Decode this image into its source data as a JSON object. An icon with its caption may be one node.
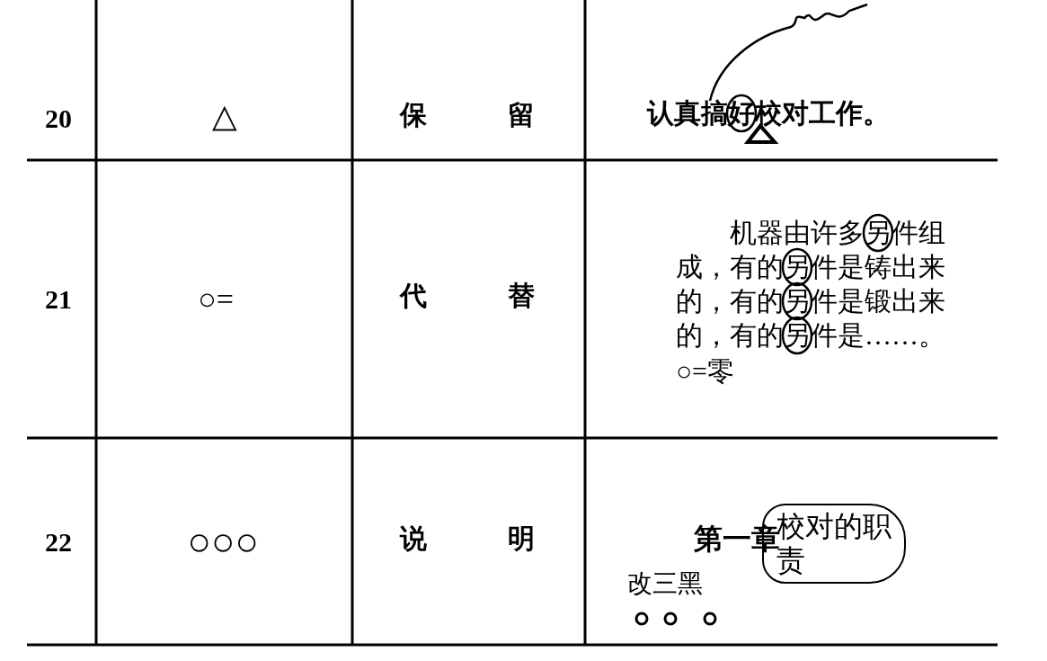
{
  "diagram": {
    "nodes": [
      {
        "text": [
          "校对的职责"
        ]
      }
    ],
    "labels": [
      "20",
      "△",
      "保留",
      "认真搞好校对工作。",
      "21",
      "○=",
      "代替",
      "机器由许多另件组成，有的另件是铸出来的，有的另件是锻出来的，有的另件是……。",
      "○=零",
      "22",
      "○○○",
      "说明",
      "第一章",
      "改三黑"
    ]
  }
}
